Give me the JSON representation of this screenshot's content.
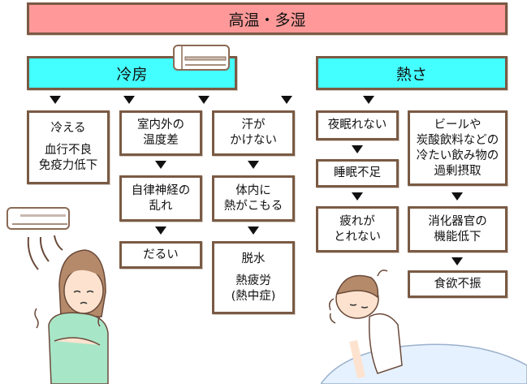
{
  "title": "高温・多湿",
  "categories": {
    "cooling": "冷房",
    "heat": "熱さ"
  },
  "colors": {
    "title_bg": "#ff9999",
    "category_bg": "#44ffff",
    "border": "#7a5a44"
  },
  "cooling_columns": {
    "col1": {
      "line1": "冷える",
      "line2": "血行不良",
      "line3": "免疫力低下"
    },
    "col2": [
      {
        "line1": "室内外の",
        "line2": "温度差"
      },
      {
        "line1": "自律神経の",
        "line2": "乱れ"
      },
      {
        "line1": "だるい"
      }
    ],
    "col3": [
      {
        "line1": "汗が",
        "line2": "かけない"
      },
      {
        "line1": "体内に",
        "line2": "熱がこもる"
      },
      {
        "line1": "脱水",
        "line2": "熱疲労",
        "line3": "(熱中症)"
      }
    ]
  },
  "heat_columns": {
    "col4": [
      {
        "line1": "夜眠れない"
      },
      {
        "line1": "睡眠不足"
      },
      {
        "line1": "疲れが",
        "line2": "とれない"
      }
    ],
    "col5": [
      {
        "line1": "ビールや",
        "line2": "炭酸飲料などの",
        "line3": "冷たい飲み物の",
        "line4": "過剰摂取"
      },
      {
        "line1": "消化器官の",
        "line2": "機能低下"
      },
      {
        "line1": "食欲不振"
      }
    ]
  }
}
